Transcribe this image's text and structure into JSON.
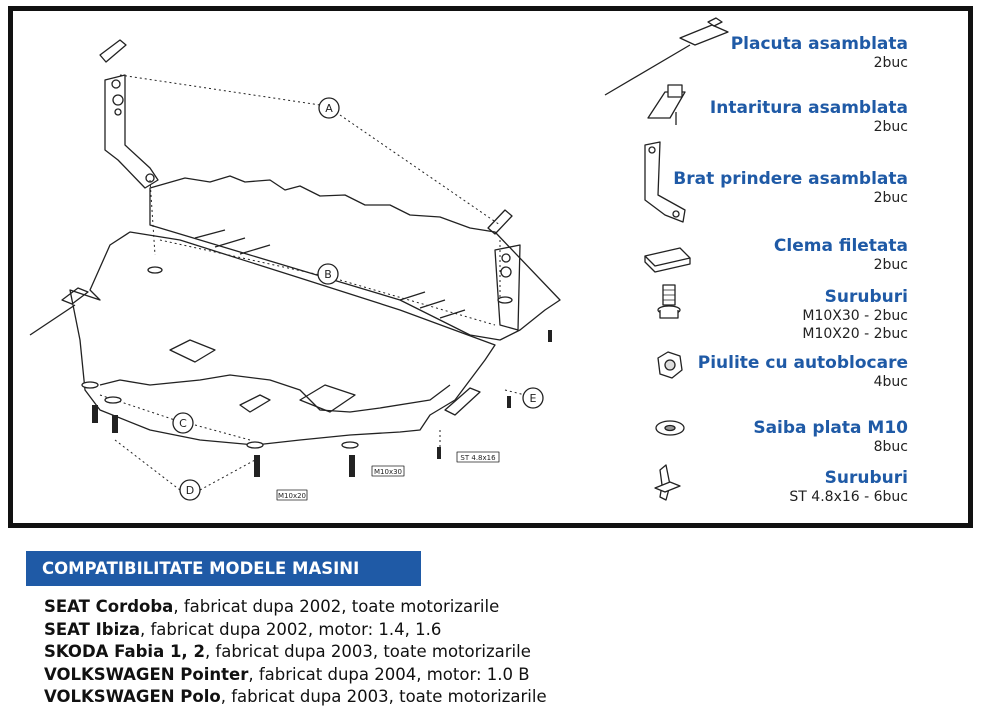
{
  "diagram": {
    "callouts": [
      "A",
      "B",
      "C",
      "D",
      "E"
    ],
    "bolt_tags": [
      "M10x20",
      "M10x30",
      "ST 4.8x16"
    ]
  },
  "parts": [
    {
      "name": "Placuta asamblata",
      "qty": "2buc",
      "icon": "plate-with-rod-icon"
    },
    {
      "name": "Intaritura asamblata",
      "qty": "2buc",
      "icon": "reinforcement-icon"
    },
    {
      "name": "Brat prindere asamblata",
      "qty": "2buc",
      "icon": "bracket-arm-icon"
    },
    {
      "name": "Clema filetata",
      "qty": "2buc",
      "icon": "threaded-clip-icon"
    },
    {
      "name": "Suruburi",
      "qty": "M10X30 - 2buc",
      "qty2": "M10X20 - 2buc",
      "icon": "bolt-icon"
    },
    {
      "name": "Piulite cu autoblocare",
      "qty": "4buc",
      "icon": "lock-nut-icon"
    },
    {
      "name": "Saiba plata M10",
      "qty": "8buc",
      "icon": "washer-icon"
    },
    {
      "name": "Suruburi",
      "qty": "ST 4.8x16 - 6buc",
      "icon": "self-tapping-screw-icon"
    }
  ],
  "compat": {
    "title": "COMPATIBILITATE MODELE MASINI",
    "models": [
      {
        "name": "SEAT Cordoba",
        "details": ", fabricat dupa 2002, toate motorizarile"
      },
      {
        "name": "SEAT Ibiza",
        "details": ", fabricat dupa 2002, motor: 1.4, 1.6"
      },
      {
        "name": "SKODA Fabia 1, 2",
        "details": ", fabricat dupa 2003, toate motorizarile"
      },
      {
        "name": "VOLKSWAGEN Pointer",
        "details": ", fabricat dupa 2004, motor: 1.0 B"
      },
      {
        "name": "VOLKSWAGEN Polo",
        "details": ", fabricat dupa 2003, toate motorizarile"
      }
    ]
  },
  "colors": {
    "accent": "#1f5aa6",
    "frame": "#111111"
  }
}
